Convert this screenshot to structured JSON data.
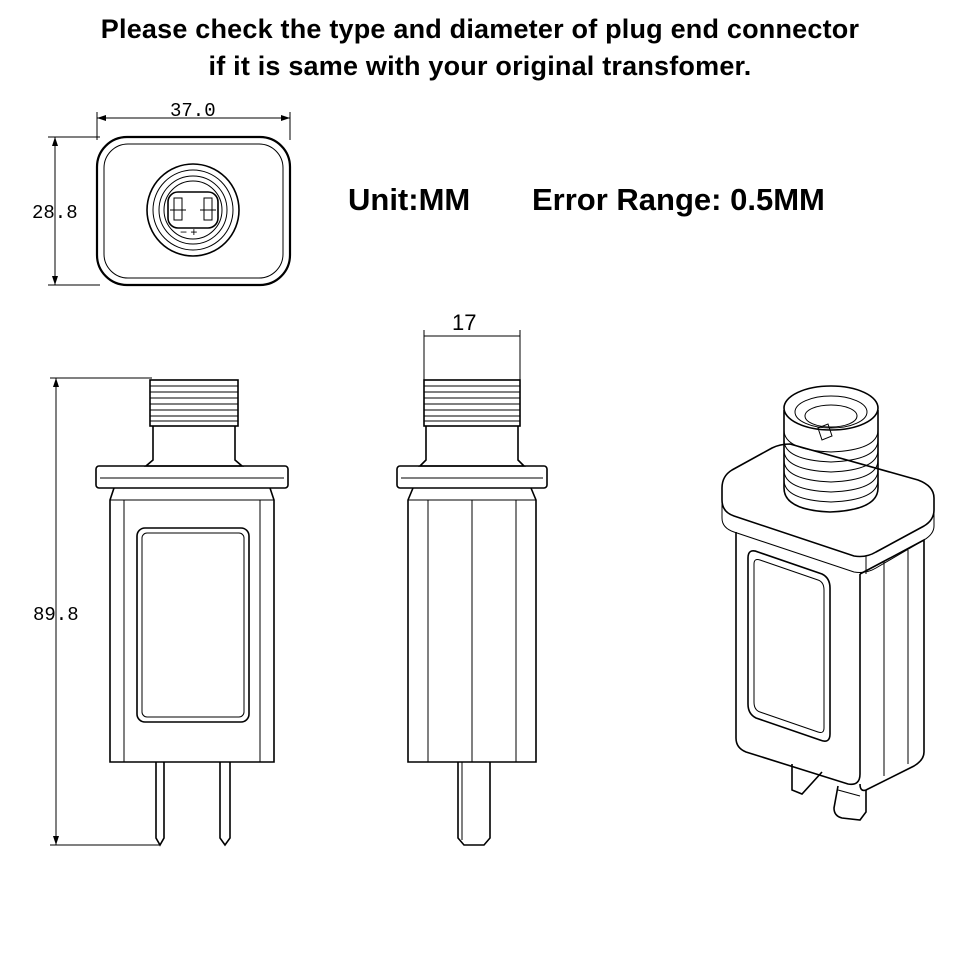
{
  "headline": {
    "line1": "Please check the type and diameter of plug end connector",
    "line2": "if it is same with your original transfomer."
  },
  "info": {
    "unit": "Unit:MM",
    "error_range": "Error Range: 0.5MM"
  },
  "dimensions": {
    "width": "37.0",
    "height_small": "28.8",
    "height_total": "89.8",
    "connector_width": "17"
  },
  "face_labels": {
    "polarity": "− +"
  }
}
